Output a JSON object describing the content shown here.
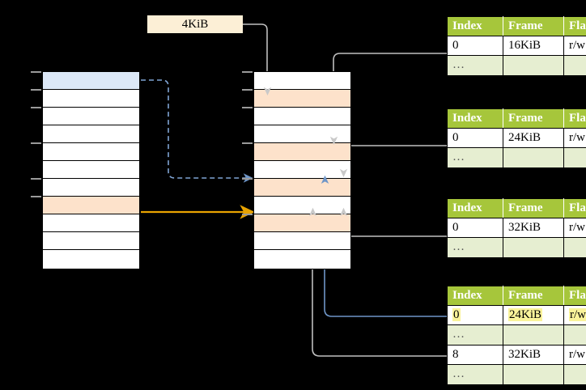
{
  "diagram": {
    "title_label": "4KiB",
    "left_table": {
      "name": "page-directory-column",
      "rows": 11,
      "highlight_blue_row": 1,
      "highlight_peach_row": 8,
      "tick_rows": [
        1,
        2,
        3,
        5,
        7,
        8
      ]
    },
    "middle_table": {
      "name": "page-table-column",
      "rows": 11,
      "highlight_peach_rows": [
        2,
        5,
        7,
        9
      ],
      "tick_rows": [
        1,
        2,
        3,
        5,
        7,
        9
      ]
    },
    "columns": [
      "Index",
      "Frame",
      "Flags"
    ],
    "tables": [
      {
        "id": "table-1",
        "headers": [
          "Index",
          "Frame",
          "Flags"
        ],
        "rows": [
          {
            "cells": [
              "0",
              "16KiB",
              "r/w"
            ],
            "kind": "data",
            "highlight": []
          },
          {
            "cells": [
              "…",
              "",
              ""
            ],
            "kind": "ellipsis",
            "highlight": []
          }
        ]
      },
      {
        "id": "table-2",
        "headers": [
          "Index",
          "Frame",
          "Flags"
        ],
        "rows": [
          {
            "cells": [
              "0",
              "24KiB",
              "r/w"
            ],
            "kind": "data",
            "highlight": []
          },
          {
            "cells": [
              "…",
              "",
              ""
            ],
            "kind": "ellipsis",
            "highlight": []
          }
        ]
      },
      {
        "id": "table-3",
        "headers": [
          "Index",
          "Frame",
          "Flags"
        ],
        "rows": [
          {
            "cells": [
              "0",
              "32KiB",
              "r/w"
            ],
            "kind": "data",
            "highlight": []
          },
          {
            "cells": [
              "…",
              "",
              ""
            ],
            "kind": "ellipsis",
            "highlight": []
          }
        ]
      },
      {
        "id": "table-4",
        "headers": [
          "Index",
          "Frame",
          "Flags"
        ],
        "rows": [
          {
            "cells": [
              "0",
              "24KiB",
              "r/w"
            ],
            "kind": "data",
            "highlight": [
              0,
              1,
              2
            ]
          },
          {
            "cells": [
              "…",
              "",
              ""
            ],
            "kind": "ellipsis",
            "highlight": []
          },
          {
            "cells": [
              "8",
              "32KiB",
              "r/w"
            ],
            "kind": "data",
            "highlight": []
          },
          {
            "cells": [
              "…",
              "",
              ""
            ],
            "kind": "ellipsis",
            "highlight": []
          }
        ]
      }
    ],
    "colors": {
      "header_green": "#a6c63b",
      "ellipsis_row": "#e6eed1",
      "highlight_yellow": "#faf39a",
      "row_blue": "#dce8f7",
      "row_peach": "#fde2cb",
      "label_bg": "#fcefd6",
      "arrow_orange": "#e8a300",
      "arrow_blue": "#6f96c8",
      "arrow_gray": "#c9c9c9",
      "wire_gray": "#bfbfbf",
      "background": "#000000"
    }
  }
}
